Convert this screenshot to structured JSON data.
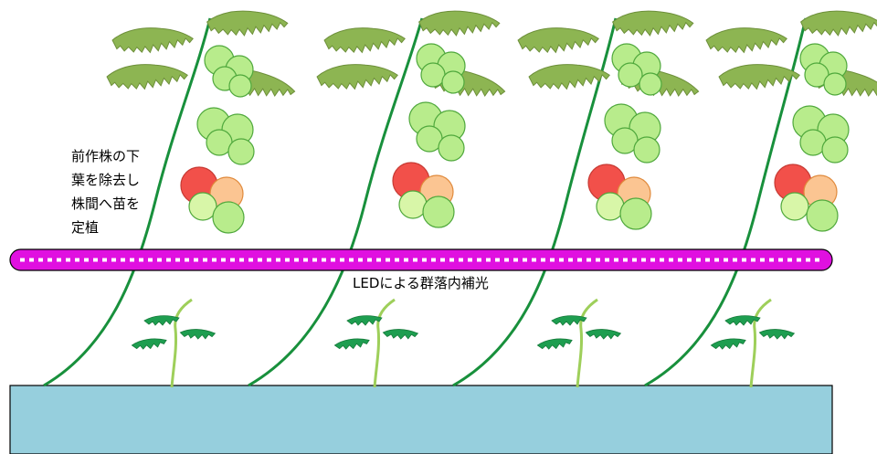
{
  "annotation": {
    "lines": [
      "前作株の下",
      "葉を除去し",
      "株間へ苗を",
      "定植"
    ]
  },
  "led": {
    "label": "LEDによる群落内補光"
  },
  "colors": {
    "stem": "#18903c",
    "leaf": "#8db552",
    "leaf_edge": "#6d8f3a",
    "green_fruit": "#b8ec8c",
    "green_fruit_edge": "#4fa83c",
    "red_fruit": "#f2504a",
    "orange_fruit": "#fbc592",
    "seedling_leaf": "#1e9e50",
    "seedling_stem": "#9ecf5a",
    "led_bar": "#e010e0",
    "led_dots": "#ffffff",
    "bed": "#96cfdd"
  }
}
